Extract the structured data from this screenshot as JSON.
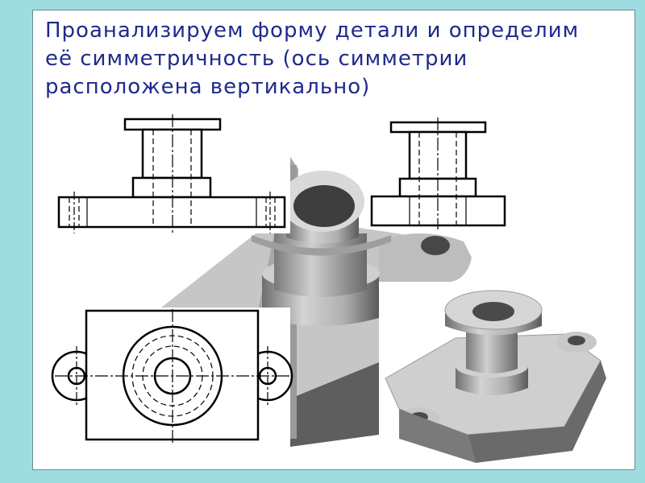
{
  "slide": {
    "title_lines": [
      "Проанализируем форму детали и определим",
      "её симметричность (ось симметрии",
      "расположена вертикально)"
    ]
  },
  "colors": {
    "background": "#9fdce0",
    "title_text": "#1f2a8a",
    "slide_bg": "#ffffff",
    "drawing_line": "#000000",
    "model_light": "#d8d8d8",
    "model_mid": "#a8a8a8",
    "model_dark": "#5e5e5e"
  },
  "figures": {
    "front_view": "front-view-drawing",
    "side_view": "side-view-drawing",
    "top_view": "top-view-drawing",
    "model_closeup": "3d-model-closeup",
    "model_full": "3d-model-full"
  }
}
